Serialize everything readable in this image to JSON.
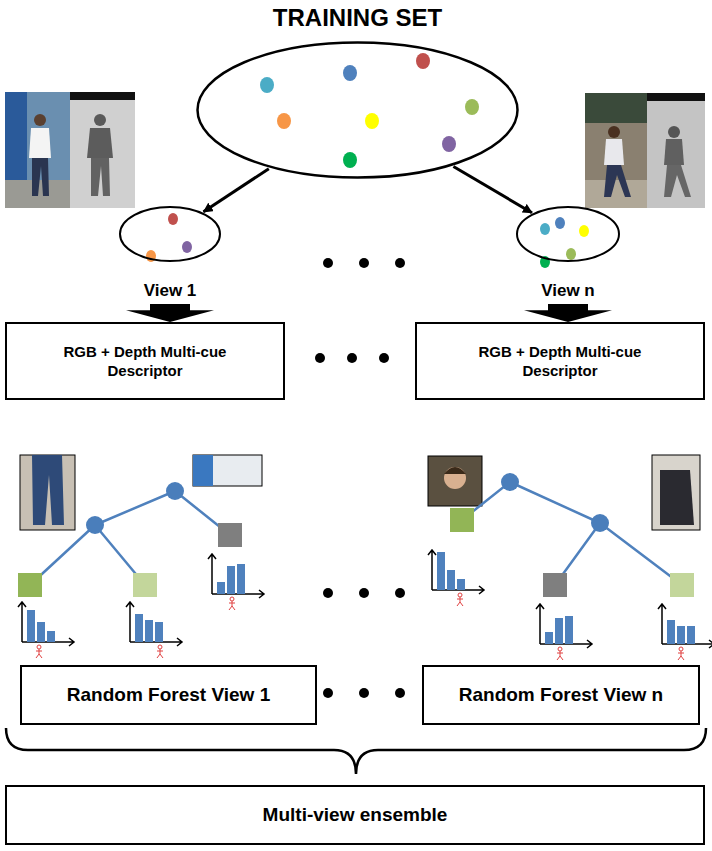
{
  "diagram": {
    "nodes": [
      {
        "text": [
          "TRAINING SET"
        ]
      },
      {
        "text": [
          "View 1"
        ]
      },
      {
        "text": [
          "View n"
        ]
      },
      {
        "text": [
          "RGB + Depth Multi-cue Descriptor"
        ]
      },
      {
        "text": [
          "RGB + Depth Multi-cue Descriptor"
        ]
      },
      {
        "text": [
          "Random Forest View 1"
        ]
      },
      {
        "text": [
          "Random Forest View n"
        ]
      },
      {
        "text": [
          "Multi-view ensemble"
        ]
      }
    ],
    "edges": [
      {
        "from": 0,
        "to": 1,
        "arrow": "to"
      },
      {
        "from": 0,
        "to": 2,
        "arrow": "to"
      },
      {
        "from": 1,
        "to": 3,
        "arrow": "to"
      },
      {
        "from": 2,
        "to": 4,
        "arrow": "to"
      }
    ]
  }
}
